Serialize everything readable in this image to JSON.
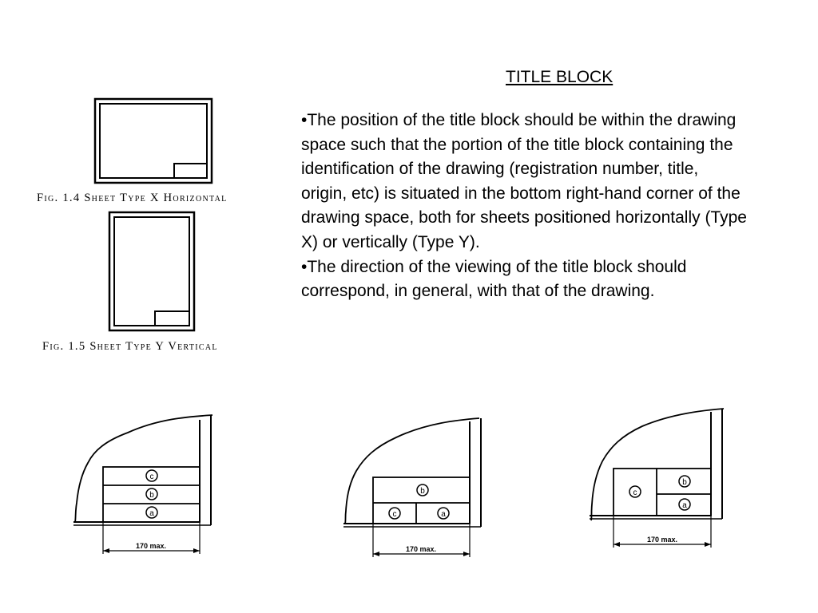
{
  "slide": {
    "title": "TITLE BLOCK",
    "paragraphs": [
      "•The position of the title block should be within the drawing space such that the portion of the title block containing the identification of the drawing (registration number, title, origin, etc) is situated in the bottom right-hand corner of the drawing space, both for sheets positioned horizontally (Type X) or vertically (Type Y).",
      "•The direction of the viewing of the title block should correspond, in general, with that of the drawing."
    ]
  },
  "figures": {
    "fig14_caption": "Fig. 1.4  Sheet Type X Horizontal",
    "fig15_caption": "Fig. 1.5  Sheet Type Y Vertical"
  },
  "title_block_diagrams": [
    {
      "dimension": "170 max.",
      "zones": [
        "c",
        "b",
        "a"
      ]
    },
    {
      "dimension": "170 max.",
      "zones": [
        "b",
        "c",
        "a"
      ]
    },
    {
      "dimension": "170 max.",
      "zones": [
        "c",
        "b",
        "a"
      ]
    }
  ]
}
